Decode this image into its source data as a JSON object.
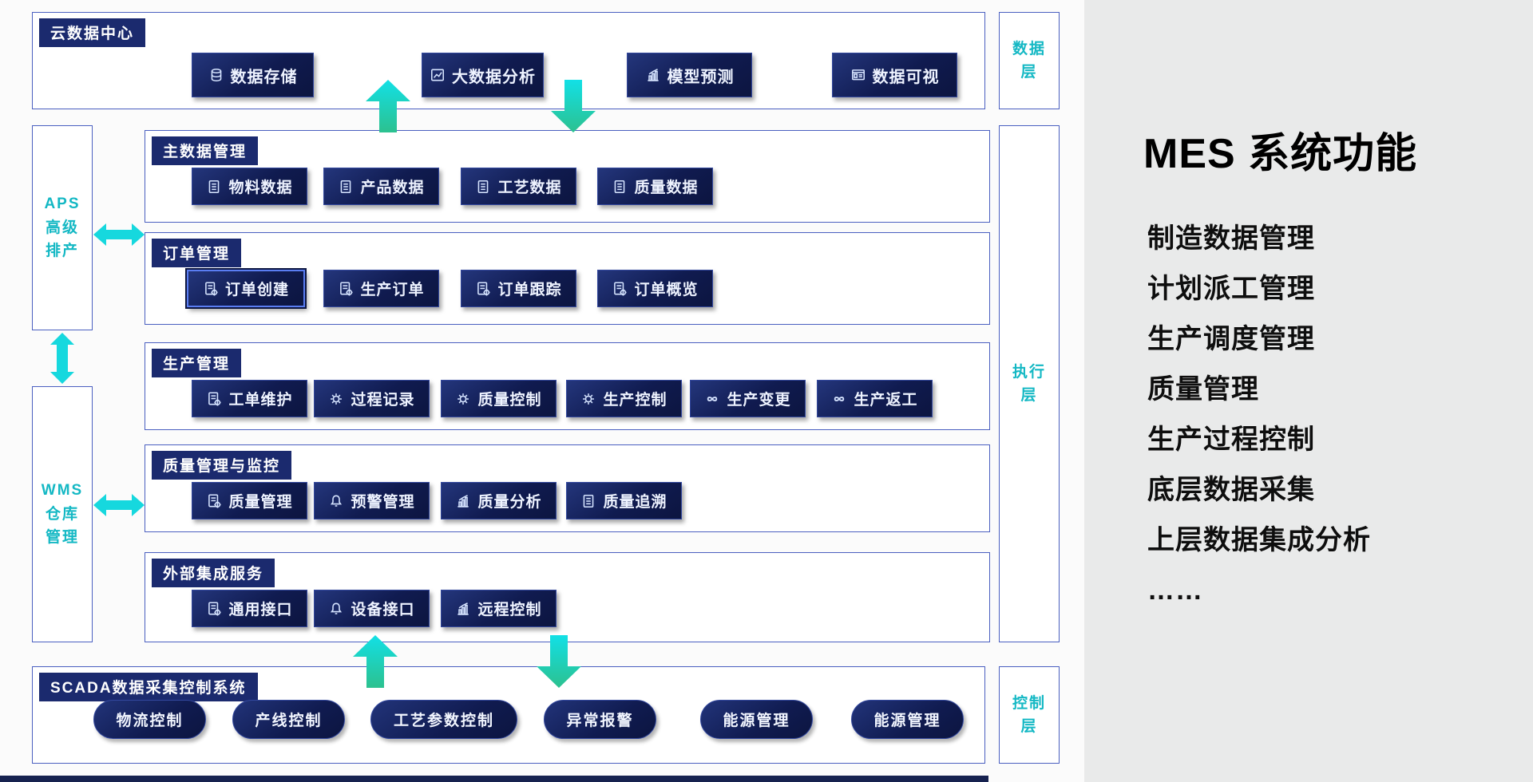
{
  "cloud": {
    "label": "云数据中心",
    "items": [
      {
        "label": "数据存储",
        "icon": "#i-db"
      },
      {
        "label": "大数据分析",
        "icon": "#i-linechart"
      },
      {
        "label": "模型预测",
        "icon": "#i-barchart"
      },
      {
        "label": "数据可视",
        "icon": "#i-dashboard"
      }
    ]
  },
  "layers": {
    "data": "数据层",
    "exec": "执行层",
    "control": "控制层"
  },
  "side": {
    "aps": "APS高级排产",
    "wms": "WMS仓库管理"
  },
  "sections": [
    {
      "label": "主数据管理",
      "items": [
        {
          "label": "物料数据",
          "icon": "#i-clipboard"
        },
        {
          "label": "产品数据",
          "icon": "#i-clipboard"
        },
        {
          "label": "工艺数据",
          "icon": "#i-clipboard"
        },
        {
          "label": "质量数据",
          "icon": "#i-clipboard"
        }
      ]
    },
    {
      "label": "订单管理",
      "items": [
        {
          "label": "订单创建",
          "icon": "#i-docgear"
        },
        {
          "label": "生产订单",
          "icon": "#i-docgear"
        },
        {
          "label": "订单跟踪",
          "icon": "#i-docgear"
        },
        {
          "label": "订单概览",
          "icon": "#i-docgear"
        }
      ]
    },
    {
      "label": "生产管理",
      "items": [
        {
          "label": "工单维护",
          "icon": "#i-docgear"
        },
        {
          "label": "过程记录",
          "icon": "#i-gear"
        },
        {
          "label": "质量控制",
          "icon": "#i-gear"
        },
        {
          "label": "生产控制",
          "icon": "#i-gear"
        },
        {
          "label": "生产变更",
          "icon": "#i-infinity"
        },
        {
          "label": "生产返工",
          "icon": "#i-infinity"
        }
      ]
    },
    {
      "label": "质量管理与监控",
      "items": [
        {
          "label": "质量管理",
          "icon": "#i-docgear"
        },
        {
          "label": "预警管理",
          "icon": "#i-bell"
        },
        {
          "label": "质量分析",
          "icon": "#i-barchart"
        },
        {
          "label": "质量追溯",
          "icon": "#i-clipboard"
        }
      ]
    },
    {
      "label": "外部集成服务",
      "items": [
        {
          "label": "通用接口",
          "icon": "#i-docgear"
        },
        {
          "label": "设备接口",
          "icon": "#i-bell"
        },
        {
          "label": "远程控制",
          "icon": "#i-barchart"
        }
      ]
    }
  ],
  "scada": {
    "label": "SCADA数据采集控制系统",
    "items": [
      {
        "label": "物流控制"
      },
      {
        "label": "产线控制"
      },
      {
        "label": "工艺参数控制"
      },
      {
        "label": "异常报警"
      },
      {
        "label": "能源管理"
      },
      {
        "label": "能源管理"
      }
    ]
  },
  "right_panel": {
    "title": "MES 系统功能",
    "items": [
      "制造数据管理",
      "计划派工管理",
      "生产调度管理",
      "质量管理",
      "生产过程控制",
      "底层数据采集",
      "上层数据集成分析",
      "……"
    ]
  },
  "colors": {
    "accent_teal": "#16d8de",
    "navy": "#13205f",
    "border_blue": "#4a5fc0",
    "label_teal": "#14b8c4"
  }
}
